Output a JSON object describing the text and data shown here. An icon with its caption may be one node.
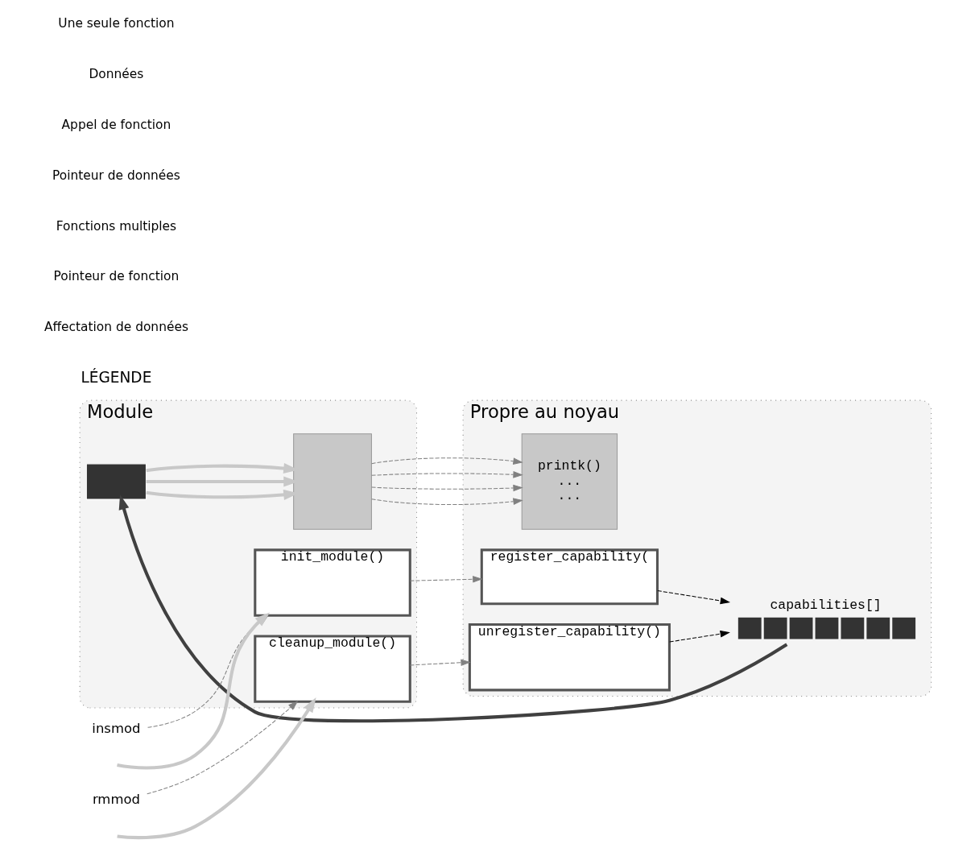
{
  "diagram": {
    "nodes": [
      {
        "text": [
          "Module"
        ]
      },
      {
        "text": [
          "Propre au noyau"
        ]
      },
      {
        "text": [
          "insmod"
        ]
      },
      {
        "text": [
          "init_module()"
        ],
        "in": 0
      },
      {
        "text": [
          "register_capability("
        ],
        "in": 1
      },
      {
        "text": [
          "capabilities[]"
        ],
        "in": 1
      },
      {
        "text": [],
        "shape": "box",
        "in": 0
      },
      {
        "text": [],
        "shape": "box",
        "in": 0
      },
      {
        "text": [
          "printk()",
          "...",
          "..."
        ],
        "in": 1
      },
      {
        "text": [
          "rmmod"
        ]
      },
      {
        "text": [
          "cleanup_module()"
        ],
        "in": 0
      },
      {
        "text": [
          "unregister_capability()"
        ],
        "in": 1
      }
    ],
    "edges": [
      {
        "from": null,
        "to": 3,
        "arrow": "to",
        "style": "thick",
        "color": "#c8c8c8"
      },
      {
        "from": 2,
        "to": 3,
        "arrow": "to",
        "style": "dashed"
      },
      {
        "from": 3,
        "to": 4,
        "arrow": "to",
        "style": "dashed"
      },
      {
        "from": 4,
        "to": 5,
        "arrow": "to",
        "style": "dashed",
        "color": "#000000"
      },
      {
        "from": 5,
        "to": 6,
        "arrow": "to",
        "style": "thick",
        "color": "#404040"
      },
      {
        "from": 6,
        "to": 7,
        "arrow": "to",
        "style": "thick",
        "color": "#c8c8c8"
      },
      {
        "from": 6,
        "to": 7,
        "arrow": "to",
        "style": "thick",
        "color": "#c8c8c8"
      },
      {
        "from": 6,
        "to": 7,
        "arrow": "to",
        "style": "thick",
        "color": "#c8c8c8"
      },
      {
        "from": 7,
        "to": 8,
        "arrow": "to",
        "style": "dashed"
      },
      {
        "from": 7,
        "to": 8,
        "arrow": "to",
        "style": "dashed"
      },
      {
        "from": 7,
        "to": 8,
        "arrow": "to",
        "style": "dashed"
      },
      {
        "from": 7,
        "to": 8,
        "arrow": "to",
        "style": "dashed"
      },
      {
        "from": null,
        "to": 10,
        "arrow": "to",
        "style": "thick",
        "color": "#c8c8c8"
      },
      {
        "from": 9,
        "to": 10,
        "arrow": "to",
        "style": "dashed"
      },
      {
        "from": 10,
        "to": 11,
        "arrow": "to",
        "style": "dashed"
      },
      {
        "from": 11,
        "to": 5,
        "arrow": "to",
        "style": "dashed",
        "color": "#000000"
      }
    ],
    "labels": [
      "LÉGENDE"
    ],
    "legend": [
      {
        "text": "Une seule fonction"
      },
      {
        "text": "Données"
      },
      {
        "text": "Appel de fonction"
      },
      {
        "text": "Pointeur de données"
      },
      {
        "text": "Fonctions multiples"
      },
      {
        "text": "Pointeur de fonction"
      },
      {
        "text": "Affectation de données"
      }
    ]
  }
}
